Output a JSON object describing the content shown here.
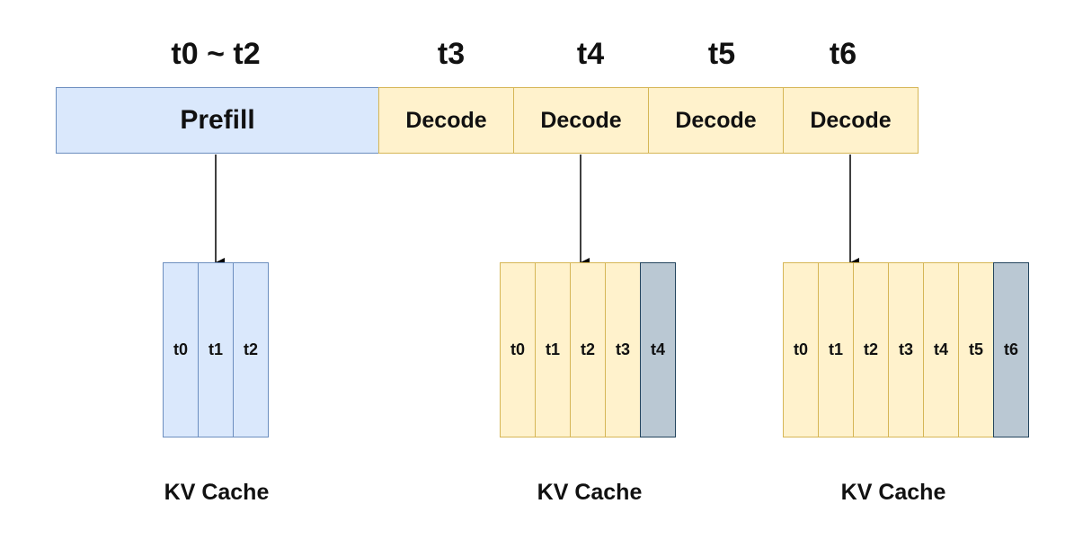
{
  "colors": {
    "prefill_fill": "#dae8fc",
    "prefill_border": "#6c8ebf",
    "decode_fill": "#fff2cc",
    "decode_border": "#d6b656",
    "new_token_fill": "#bac8d3",
    "new_token_border": "#23445d",
    "arrow": "#000000"
  },
  "time_labels": [
    "t0 ~ t2",
    "t3",
    "t4",
    "t5",
    "t6"
  ],
  "stages": [
    {
      "label": "Prefill",
      "kind": "prefill"
    },
    {
      "label": "Decode",
      "kind": "decode"
    },
    {
      "label": "Decode",
      "kind": "decode"
    },
    {
      "label": "Decode",
      "kind": "decode"
    },
    {
      "label": "Decode",
      "kind": "decode"
    }
  ],
  "caches": [
    {
      "label": "KV Cache",
      "tokens": [
        "t0",
        "t1",
        "t2"
      ],
      "new_token": null
    },
    {
      "label": "KV Cache",
      "tokens": [
        "t0",
        "t1",
        "t2",
        "t3",
        "t4"
      ],
      "new_token": "t4"
    },
    {
      "label": "KV Cache",
      "tokens": [
        "t0",
        "t1",
        "t2",
        "t3",
        "t4",
        "t5",
        "t6"
      ],
      "new_token": "t6"
    }
  ]
}
